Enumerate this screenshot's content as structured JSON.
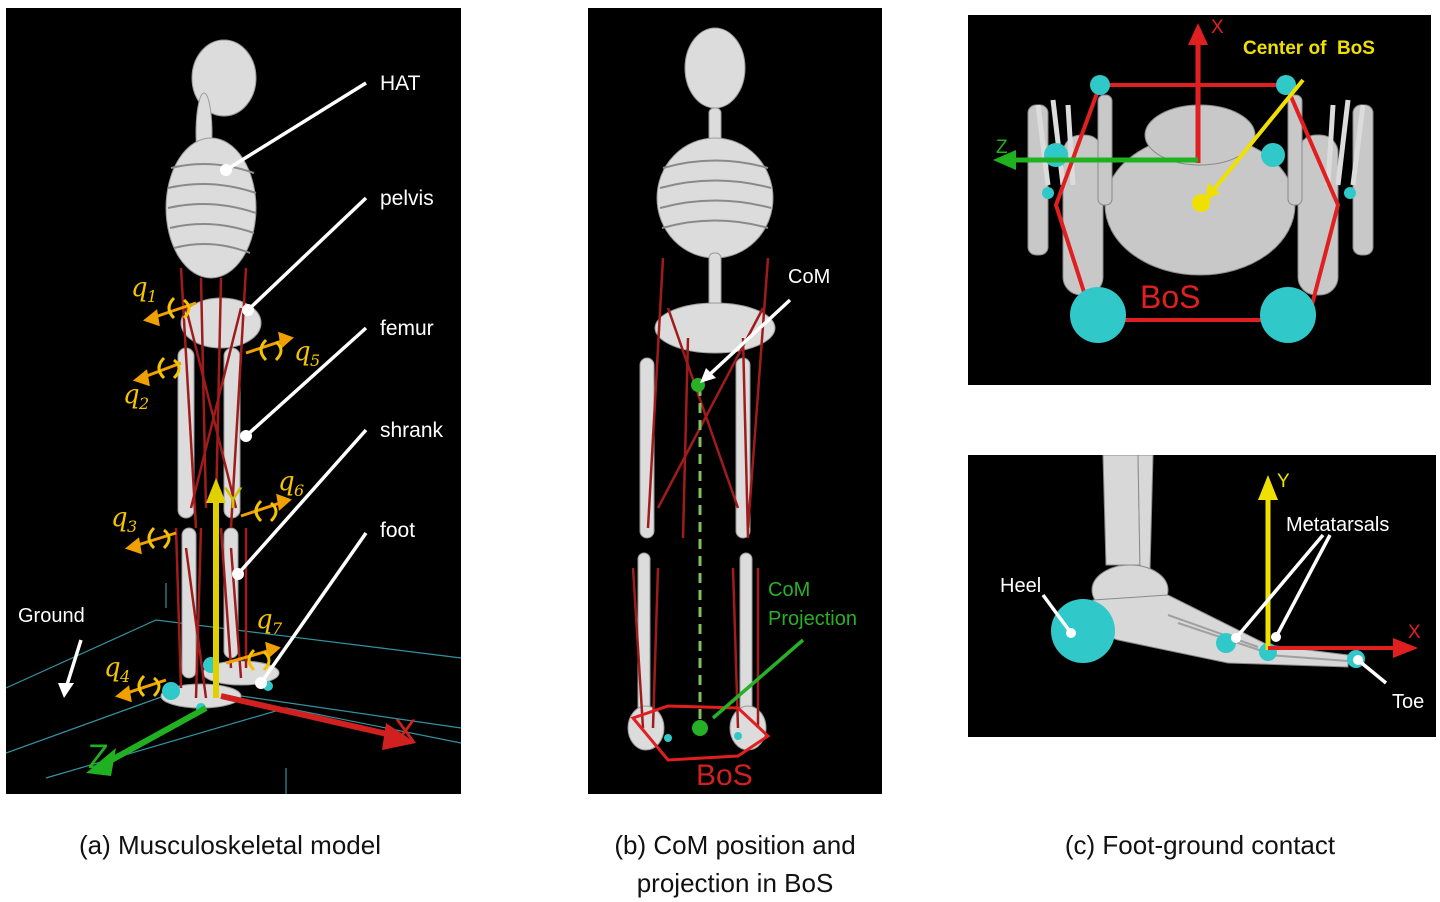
{
  "panel_a": {
    "labels": {
      "hat": "HAT",
      "pelvis": "pelvis",
      "femur": "femur",
      "shrank": "shrank",
      "foot": "foot",
      "ground": "Ground"
    },
    "joints": [
      {
        "sym": "q",
        "sub": "1"
      },
      {
        "sym": "q",
        "sub": "2"
      },
      {
        "sym": "q",
        "sub": "3"
      },
      {
        "sym": "q",
        "sub": "4"
      },
      {
        "sym": "q",
        "sub": "5"
      },
      {
        "sym": "q",
        "sub": "6"
      },
      {
        "sym": "q",
        "sub": "7"
      }
    ],
    "axes": {
      "x": "X",
      "y": "Y",
      "z": "Z"
    }
  },
  "panel_b": {
    "labels": {
      "com": "CoM",
      "com_projection_1": "CoM",
      "com_projection_2": "Projection",
      "bos": "BoS"
    }
  },
  "panel_c_top": {
    "labels": {
      "center_of_bos": "Center of  BoS",
      "bos": "BoS",
      "x": "X",
      "z": "Z"
    }
  },
  "panel_c_bottom": {
    "labels": {
      "heel": "Heel",
      "metatarsals": "Metatarsals",
      "toe": "Toe",
      "x": "X",
      "y": "Y"
    }
  },
  "captions": {
    "a": "(a) Musculoskeletal model",
    "b_line1": "(b) CoM position and",
    "b_line2": "projection in BoS",
    "c": "(c) Foot-ground contact"
  },
  "colors": {
    "panel_bg": "#000000",
    "muscle": "#a01c1c",
    "bone": "#dcdcdc",
    "label_white": "#ffffff",
    "joint_yellow": "#f5c400",
    "joint_arrow": "#f0a000",
    "axis_x": "#e02020",
    "axis_y": "#f0e000",
    "axis_z": "#20b020",
    "contact": "#30c8c8",
    "com_green": "#28b028"
  }
}
